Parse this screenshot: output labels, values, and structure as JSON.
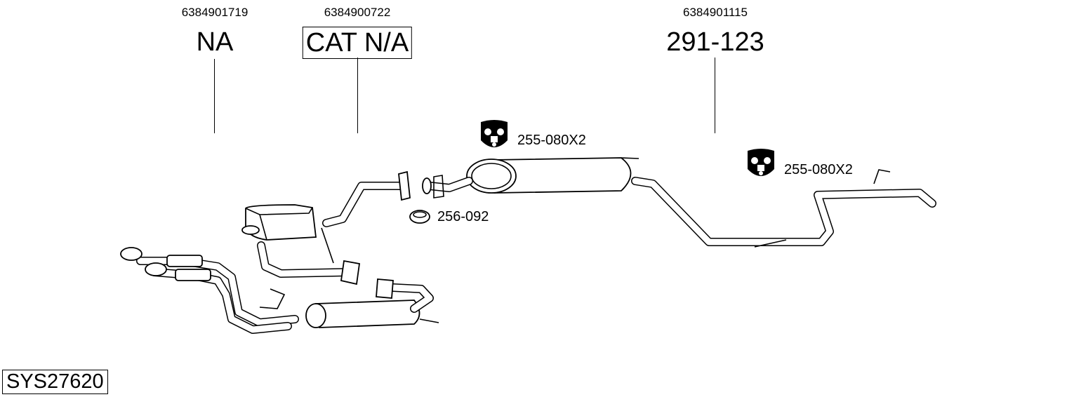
{
  "parts": [
    {
      "oem": "6384901719",
      "label": "NA",
      "boxed": false
    },
    {
      "oem": "6384900722",
      "label": "CAT N/A",
      "boxed": true
    },
    {
      "oem": "6384901115",
      "label": "291-123",
      "boxed": false
    }
  ],
  "refs": {
    "mount_1": "255-080X2",
    "mount_2": "255-080X2",
    "gasket": "256-092"
  },
  "system_id": "SYS27620"
}
